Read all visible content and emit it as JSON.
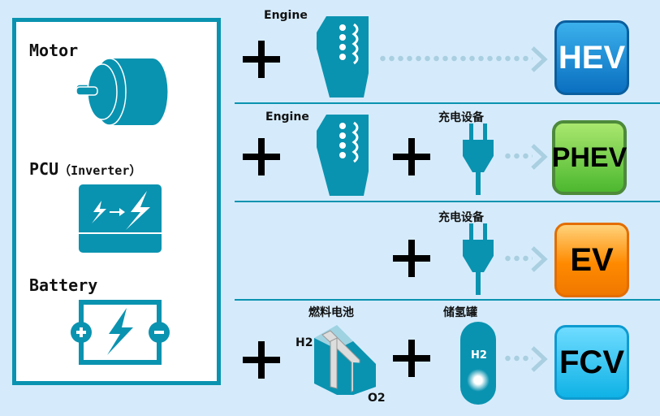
{
  "components": {
    "motor": "Motor",
    "pcu": "PCU",
    "pcu_sub": "（Inverter）",
    "battery": "Battery"
  },
  "rows": [
    {
      "engine": "Engine",
      "badge": "HEV"
    },
    {
      "engine": "Engine",
      "charger": "充电设备",
      "badge": "PHEV"
    },
    {
      "charger": "充电设备",
      "badge": "EV"
    },
    {
      "fuel_cell": "燃料电池",
      "h2": "H2",
      "o2": "O2",
      "tank": "储氢罐",
      "tank_h2": "H2",
      "badge": "FCV"
    }
  ],
  "colors": {
    "accent": "#0a93b0",
    "bg": "#d5ebfb"
  }
}
